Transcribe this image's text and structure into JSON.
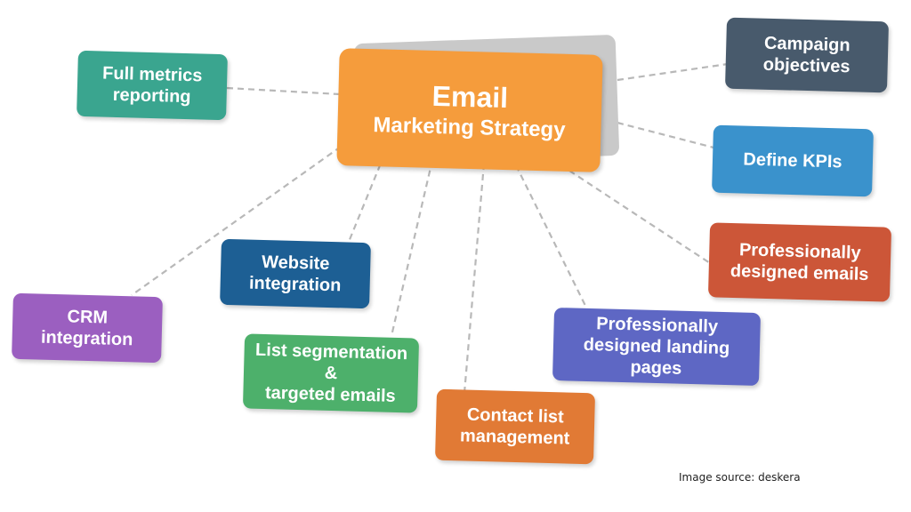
{
  "diagram": {
    "center": {
      "line1": "Email",
      "line2": "Marketing Strategy",
      "color": "#f59c3c",
      "shadow_color": "#c9c9c9"
    },
    "connector_color": "#b8b8b8",
    "nodes": {
      "full_metrics": {
        "label": "Full metrics\nreporting",
        "color": "#3aa58f"
      },
      "campaign_objectives": {
        "label": "Campaign\nobjectives",
        "color": "#485a6c"
      },
      "define_kpis": {
        "label": "Define KPIs",
        "color": "#3a92cc"
      },
      "pro_emails": {
        "label": "Professionally\ndesigned emails",
        "color": "#cc5638"
      },
      "pro_landing": {
        "label": "Professionally\ndesigned landing pages",
        "color": "#5e67c4"
      },
      "contact_list": {
        "label": "Contact list\nmanagement",
        "color": "#e17a35"
      },
      "list_segmentation": {
        "label": "List segmentation &\ntargeted emails",
        "color": "#4db06b"
      },
      "website_integration": {
        "label": "Website\nintegration",
        "color": "#1d5f94"
      },
      "crm_integration": {
        "label": "CRM\nintegration",
        "color": "#9b5fc0"
      }
    }
  },
  "footer": {
    "source": "Image source: deskera"
  }
}
